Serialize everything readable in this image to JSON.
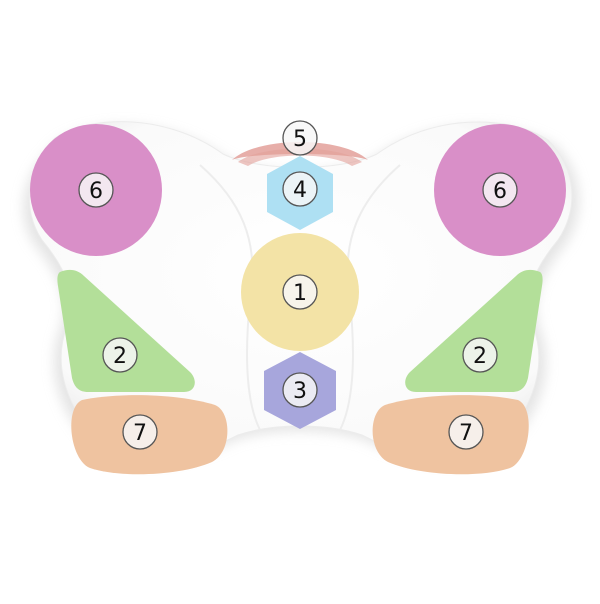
{
  "zones": [
    {
      "id": "zone-6-left",
      "label": "6",
      "shape": "circle",
      "color": "#d98fc8"
    },
    {
      "id": "zone-6-right",
      "label": "6",
      "shape": "circle",
      "color": "#d98fc8"
    },
    {
      "id": "zone-5",
      "label": "5",
      "shape": "arc-band",
      "color": "#e3a09a"
    },
    {
      "id": "zone-4",
      "label": "4",
      "shape": "hexagon",
      "color": "#aee0f3"
    },
    {
      "id": "zone-1",
      "label": "1",
      "shape": "circle",
      "color": "#f3e3a6"
    },
    {
      "id": "zone-3",
      "label": "3",
      "shape": "hexagon",
      "color": "#a7a6dc"
    },
    {
      "id": "zone-2-left",
      "label": "2",
      "shape": "triangle",
      "color": "#b3df99"
    },
    {
      "id": "zone-2-right",
      "label": "2",
      "shape": "triangle",
      "color": "#b3df99"
    },
    {
      "id": "zone-7-left",
      "label": "7",
      "shape": "blob",
      "color": "#efc3a0"
    },
    {
      "id": "zone-7-right",
      "label": "7",
      "shape": "blob",
      "color": "#efc3a0"
    }
  ],
  "colors": {
    "pillow": "#ffffff",
    "pillow_shadow": "#dedede",
    "label_fill": "#f7f7f7",
    "label_stroke": "#555555",
    "label_text": "#111111"
  }
}
